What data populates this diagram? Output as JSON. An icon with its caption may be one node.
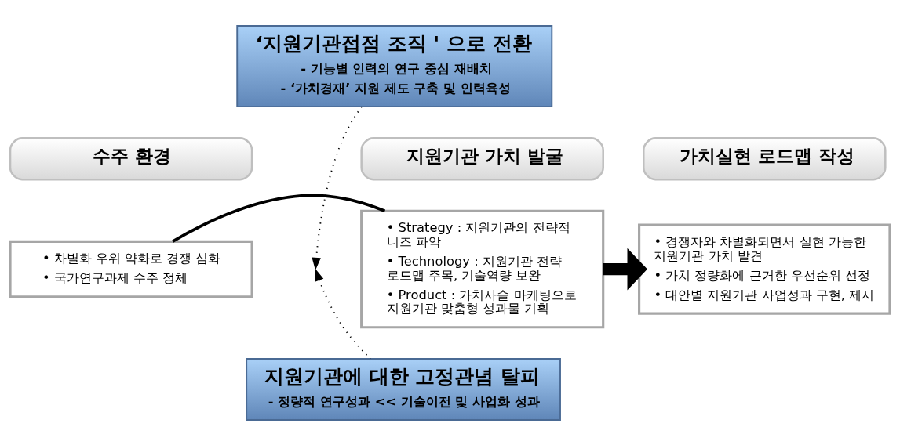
{
  "diagram": {
    "nodes": [
      {
        "text": [
          "‘지원기관접점 조직 ' 으로 전환",
          "- 기능별 인력의 연구 중심 재배치",
          "- ‘가치경재’ 지원 제도 구축 및 인력육성"
        ]
      },
      {
        "text": [
          "수주 환경"
        ]
      },
      {
        "text": [
          "• 차별화 우위 약화로 경쟁 심화",
          "• 국가연구과제 수주 정체"
        ]
      },
      {
        "text": [
          "지원기관 가치 발굴"
        ]
      },
      {
        "text": [
          "• Strategy : 지원기관의 전략적 니즈 파악",
          "• Technology : 지원기관 전략 로드맵 주목, 기술역량 보완",
          "• Product : 가치사슬 마케팅으로 지원기관 맞춤형 성과물 기획"
        ]
      },
      {
        "text": [
          "가치실현 로드맵 작성"
        ]
      },
      {
        "text": [
          "• 경쟁자와 차별화되면서 실현 가능한 지원기관 가치 발견",
          "• 가치 정량화에 근거한 우선순위 선정",
          "• 대안별 지원기관 사업성과 구현, 제시"
        ]
      },
      {
        "text": [
          "지원기관에 대한 고정관념 탈피",
          "- 정량적 연구성과 << 기술이전 및 사업화 성과"
        ]
      }
    ],
    "edges": [
      {
        "from": 2,
        "to": 4,
        "arrow": "none",
        "style": "thick"
      },
      {
        "from": 0,
        "to": null,
        "arrow": "to",
        "style": "dashed"
      },
      {
        "from": 7,
        "to": null,
        "arrow": "to",
        "style": "dashed"
      },
      {
        "from": 4,
        "to": 6,
        "arrow": "to",
        "style": "thick"
      }
    ]
  }
}
